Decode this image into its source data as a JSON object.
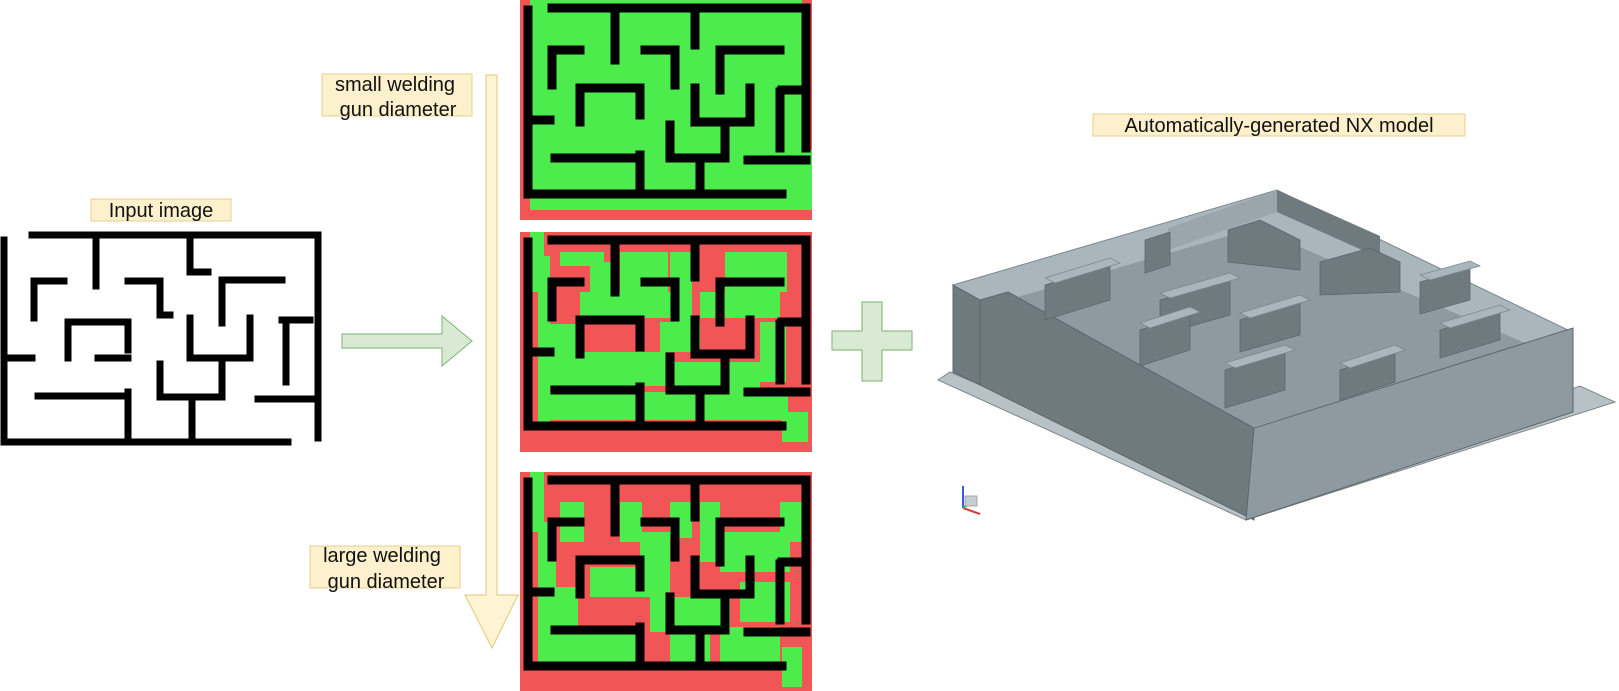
{
  "labels": {
    "input": "Input image",
    "small_line1": "small welding",
    "small_line2": "gun diameter",
    "large_line1": "large welding",
    "large_line2": "gun diameter",
    "model": "Automatically-generated NX model"
  },
  "colors": {
    "label_fill": "#fdf0cc",
    "label_border": "#e6cf8c",
    "arrow_green_fill": "#d8ead3",
    "arrow_green_stroke": "#8fbf84",
    "arrow_yellow_fill": "#fef4d3",
    "arrow_yellow_stroke": "#e6cf8c",
    "maze_wall": "#000000",
    "path_green": "#4cec4c",
    "path_red": "#f25555",
    "model_top": "#a9b6bb",
    "model_side_dark": "#6f7a7f",
    "model_side_light": "#8e9aa0",
    "model_base": "#b8c2c6"
  },
  "icons": [
    "axis-triad-icon"
  ]
}
